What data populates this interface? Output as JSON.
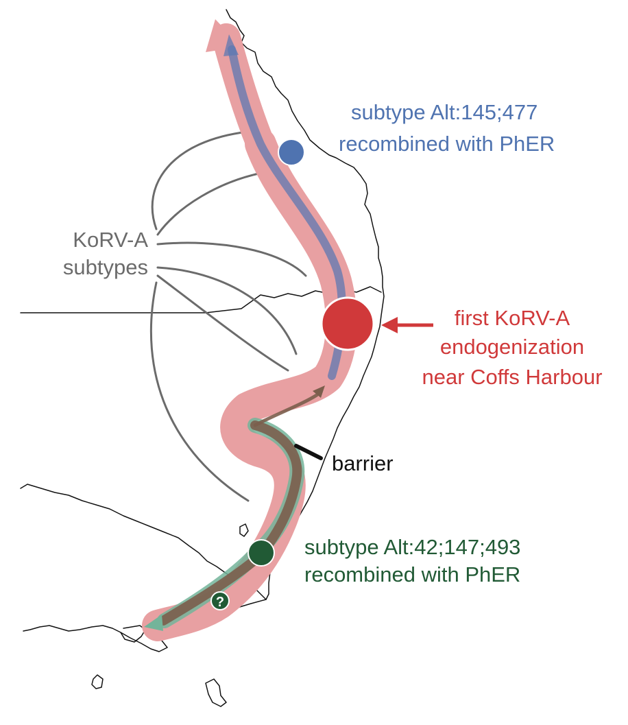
{
  "map": {
    "colors": {
      "background": "#ffffff",
      "coastline": "#111111",
      "main_corridor": "#e8a0a2",
      "blue_route": "#5e78b2",
      "green_route": "#73b49a",
      "brown_route": "#7b5e4c",
      "origin_marker": "#d0393a",
      "blue_marker": "#4f73b0",
      "green_marker": "#215a35",
      "subtype_lines": "#6b6b6b",
      "barrier": "#111111"
    },
    "labels": {
      "blue_subtype_line1": "subtype Alt:145;477",
      "blue_subtype_line2": "recombined with PhER",
      "korv_line1": "KoRV-A",
      "korv_line2": "subtypes",
      "origin_line1": "first KoRV-A",
      "origin_line2": "endogenization",
      "origin_line3": "near Coffs Harbour",
      "barrier": "barrier",
      "green_subtype_line1": "subtype Alt:42;147;493",
      "green_subtype_line2": "recombined with PhER",
      "unknown_marker": "?"
    },
    "icons": {
      "origin": "filled-circle",
      "blue_subtype": "filled-circle",
      "green_subtype": "filled-circle",
      "unknown": "question-mark-circle",
      "barrier": "line-segment"
    }
  }
}
